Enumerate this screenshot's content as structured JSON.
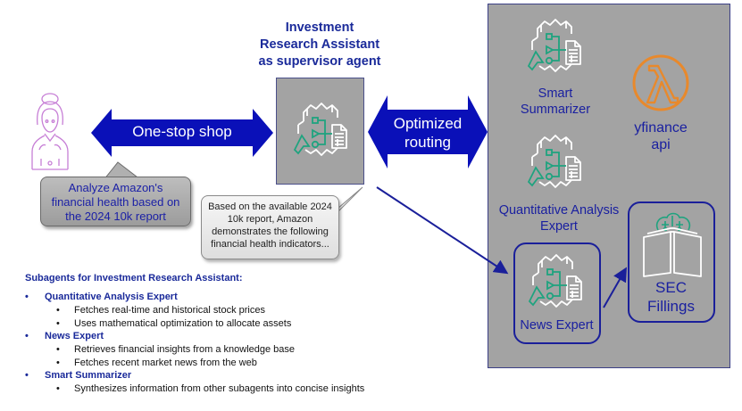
{
  "supervisor": {
    "title_line1": "Investment",
    "title_line2": "Research Assistant",
    "title_line3": "as supervisor agent",
    "icon": "agent-icon"
  },
  "user": {
    "icon": "user-icon",
    "request_line1": "Analyze Amazon's",
    "request_line2": "financial health based on",
    "request_line3": "the 2024 10k report"
  },
  "response": {
    "line1": "Based on the available 2024",
    "line2": "10k report, Amazon",
    "line3": "demonstrates the following",
    "line4": "financial health indicators..."
  },
  "arrows": {
    "one_stop": "One-stop shop",
    "routing_line1": "Optimized",
    "routing_line2": "routing"
  },
  "subagents_panel": {
    "smart_summarizer_line1": "Smart",
    "smart_summarizer_line2": "Summarizer",
    "quant_line1": "Quantitative Analysis",
    "quant_line2": "Expert",
    "news": "News Expert",
    "yfinance_line1": "yfinance",
    "yfinance_line2": "api",
    "sec_line1": "SEC",
    "sec_line2": "Fillings"
  },
  "colors": {
    "arrow_blue": "#0a10b8",
    "panel_gray": "#a3a3a3",
    "label_blue": "#1a20a0",
    "icon_teal": "#1fa37f",
    "lambda_orange": "#e8892c",
    "user_purple": "#c77fd6"
  },
  "legend": {
    "heading": "Subagents for Investment Research Assistant:",
    "items": [
      {
        "name": "Quantitative Analysis Expert",
        "details": [
          "Fetches real-time and historical stock prices",
          "Uses mathematical optimization to allocate assets"
        ]
      },
      {
        "name": "News Expert",
        "details": [
          "Retrieves financial insights from a knowledge base",
          "Fetches recent market news from the web"
        ]
      },
      {
        "name": "Smart Summarizer",
        "details": [
          "Synthesizes information from other subagents into concise insights"
        ]
      }
    ]
  }
}
